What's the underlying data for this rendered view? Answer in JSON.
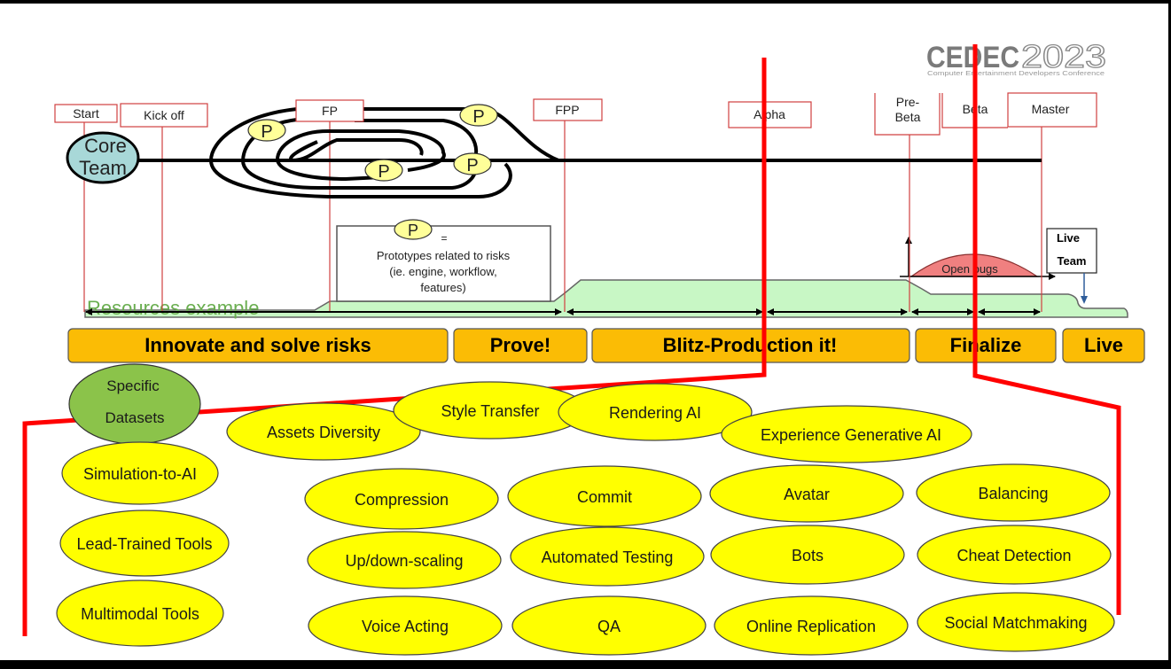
{
  "logo": {
    "name": "CEDEC",
    "year": "2023",
    "subtitle": "Computer Entertainment Developers Conference"
  },
  "milestones": [
    {
      "id": "start",
      "label": "Start"
    },
    {
      "id": "kickoff",
      "label": "Kick off"
    },
    {
      "id": "fp",
      "label": "FP"
    },
    {
      "id": "fpp",
      "label": "FPP"
    },
    {
      "id": "alpha",
      "label": "Alpha"
    },
    {
      "id": "prebeta",
      "label_line1": "Pre-",
      "label_line2": "Beta"
    },
    {
      "id": "beta",
      "label": "Beta"
    },
    {
      "id": "master",
      "label": "Master"
    }
  ],
  "core_team": {
    "line1": "Core",
    "line2": "Team"
  },
  "prototype_marker": "P",
  "legend": {
    "marker": "P",
    "equals": "=",
    "line1": "Prototypes related to risks",
    "line2": "(ie. engine, workflow,",
    "line3": "features)"
  },
  "resources_label": "Resources example",
  "open_bugs_label": "Open bugs",
  "live_team": {
    "line1": "Live",
    "line2": "Team"
  },
  "phases": [
    {
      "id": "innovate",
      "label": "Innovate and solve risks"
    },
    {
      "id": "prove",
      "label": "Prove!"
    },
    {
      "id": "blitz",
      "label": "Blitz-Production it!"
    },
    {
      "id": "finalize",
      "label": "Finalize"
    },
    {
      "id": "live",
      "label": "Live"
    }
  ],
  "ai_topics": {
    "highlight": {
      "line1": "Specific",
      "line2": "Datasets"
    },
    "top_row": [
      "Assets Diversity",
      "Style Transfer",
      "Rendering AI",
      "Experience Generative AI"
    ],
    "left_column": [
      "Simulation-to-AI",
      "Lead-Trained Tools",
      "Multimodal Tools"
    ],
    "grid": [
      [
        "Compression",
        "Commit",
        "Avatar",
        "Balancing"
      ],
      [
        "Up/down-scaling",
        "Automated Testing",
        "Bots",
        "Cheat Detection"
      ],
      [
        "Voice Acting",
        "QA",
        "Online Replication",
        "Social Matchmaking"
      ]
    ]
  },
  "colors": {
    "phase_fill": "#FBBC05",
    "oval_yellow": "#FFFF00",
    "oval_green": "#8BC34A",
    "core_team": "#A8D8D8",
    "proto_fill": "#FFFF99",
    "resource_fill": "#C8F7C5",
    "open_bugs_fill": "#F08080",
    "red_line": "#FF0000",
    "milestone_border": "#D04040"
  }
}
